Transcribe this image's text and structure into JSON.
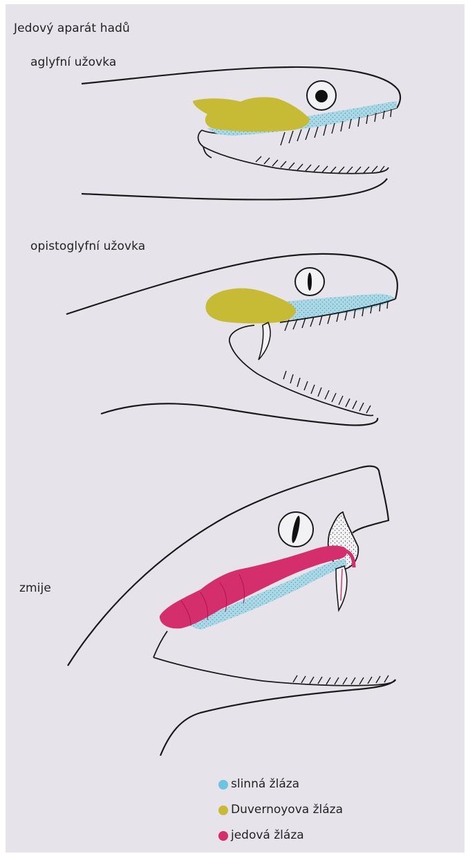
{
  "figure": {
    "title": "Jedový aparát hadů",
    "panels": [
      {
        "id": "aglyph",
        "label": "aglyfní užovka"
      },
      {
        "id": "opistho",
        "label": "opistoglyfní užovka"
      },
      {
        "id": "viper",
        "label": "zmije"
      }
    ]
  },
  "legend": [
    {
      "label": "slinná žláza",
      "color": "#6cc4de"
    },
    {
      "label": "Duvernoyova žláza",
      "color": "#c7bb36"
    },
    {
      "label": "jedová žláza",
      "color": "#d42e6c"
    }
  ],
  "colors": {
    "outline": "#1a1a1a",
    "salivary": "#a9d9e6",
    "duvernoy": "#c7bb36",
    "venom": "#d42e6c",
    "pupil": "#111111"
  }
}
